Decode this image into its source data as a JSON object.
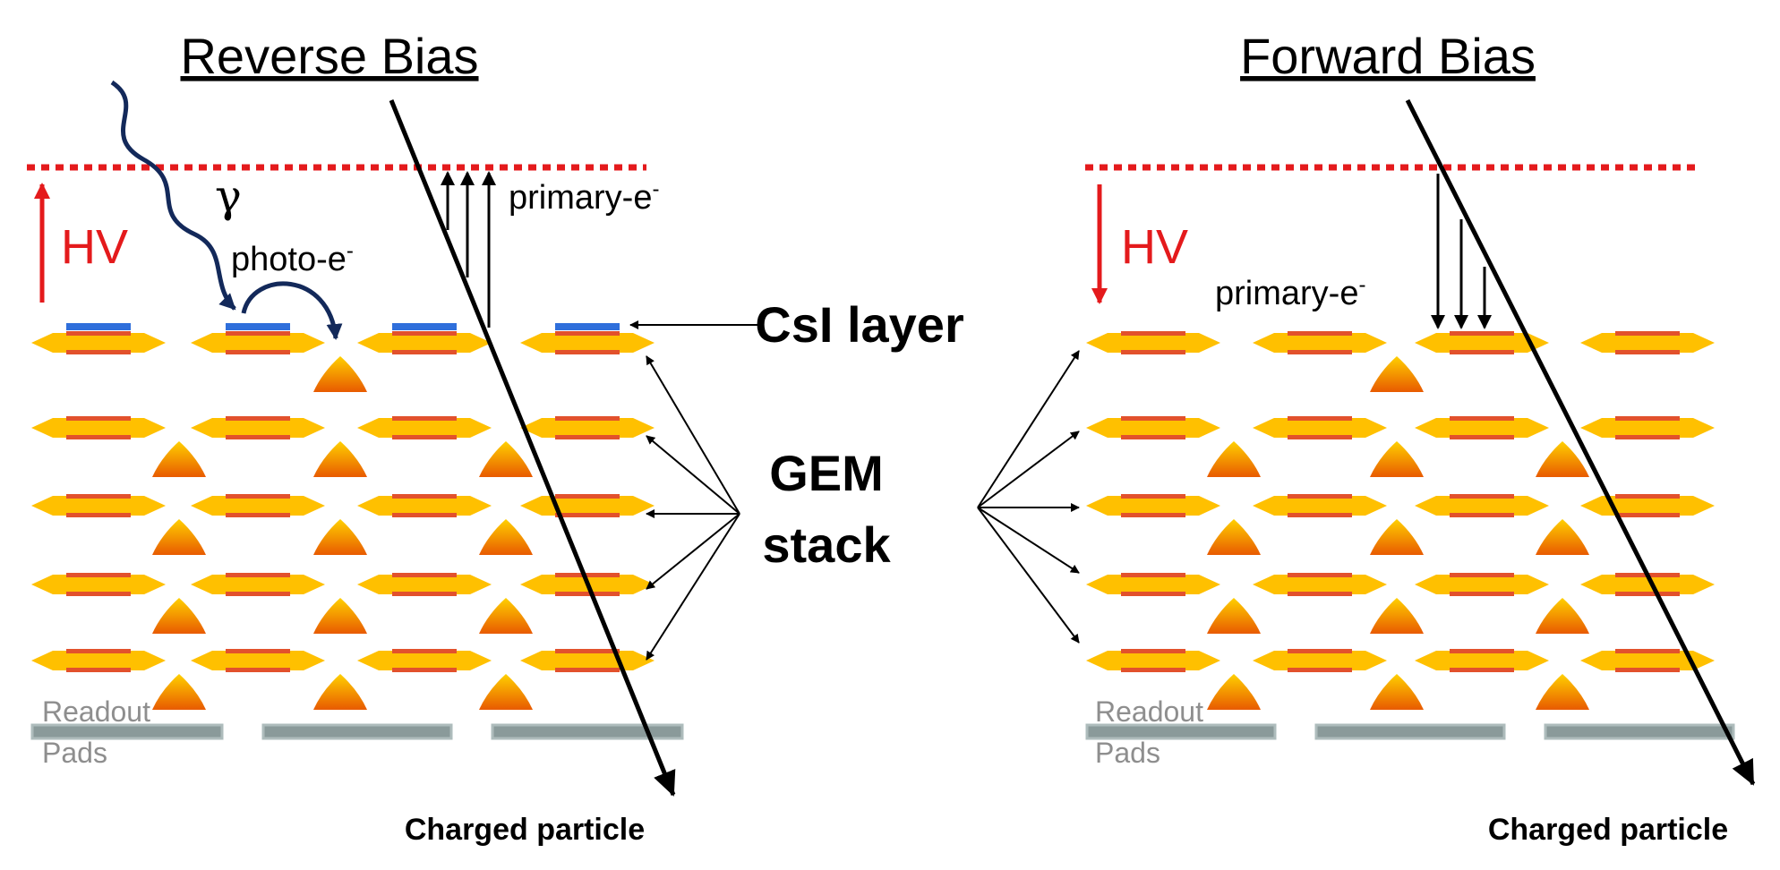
{
  "left_panel": {
    "title": "Reverse Bias",
    "hv_label": "HV",
    "hv_direction": "up",
    "gamma_symbol": "γ",
    "photo_electron_label": "photo-e",
    "primary_electron_label": "primary-e",
    "electron_superscript": "-",
    "readout_label_line1": "Readout",
    "readout_label_line2": "Pads",
    "particle_label": "Charged particle"
  },
  "right_panel": {
    "title": "Forward Bias",
    "hv_label": "HV",
    "hv_direction": "down",
    "primary_electron_label": "primary-e",
    "electron_superscript": "-",
    "readout_label_line1": "Readout",
    "readout_label_line2": "Pads",
    "particle_label": "Charged particle"
  },
  "center": {
    "csi_label": "CsI layer",
    "gem_label_line1": "GEM",
    "gem_label_line2": "stack"
  },
  "colors": {
    "hv": "#e41a1c",
    "mesh": "#e41a1c",
    "gem_foil": "#ffc000",
    "electrode": "#e2512c",
    "csi": "#2f6fdb",
    "avalanche_top": "#ffd000",
    "avalanche_bottom": "#e85a00",
    "readout_pad": "#8a9a9a",
    "photon": "#13295a"
  }
}
